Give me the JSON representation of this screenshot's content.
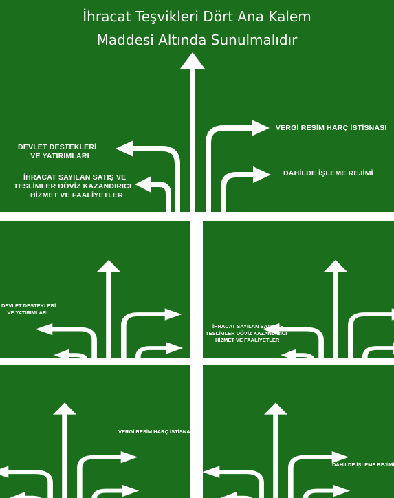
{
  "title": {
    "line1": "İhracat Teşvikleri Dört Ana Kalem",
    "line2": "Maddesi Altında Sunulmalıdır"
  },
  "labels": {
    "devlet_1": "DEVLET  DESTEKLERİ",
    "devlet_2": "VE YATIRIMLARI",
    "ihracat_1": "İHRACAT  SAYILAN  SATIŞ VE",
    "ihracat_2": "TESLİMLER DÖVİZ KAZANDIRICI",
    "ihracat_3": "HİZMET  VE FAALİYETLER",
    "vergi": "VERGİ RESİM HARÇ İSTİSNASI",
    "dahilde": "DAHİLDE  İŞLEME REJİMİ"
  },
  "colors": {
    "panel_green": "#1b6e1b",
    "arrow_white": "#ffffff",
    "background": "#ffffff"
  },
  "icons": [
    "four-way-direction-arrow-icon"
  ]
}
